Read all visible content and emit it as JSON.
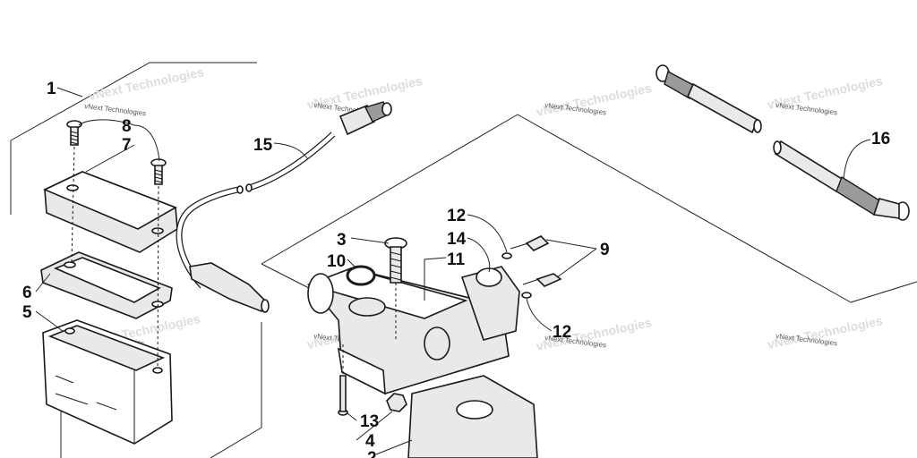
{
  "watermark_text": "vNext Technologies",
  "callouts": [
    {
      "id": "c1",
      "label": "1"
    },
    {
      "id": "c8",
      "label": "8"
    },
    {
      "id": "c7",
      "label": "7"
    },
    {
      "id": "c6",
      "label": "6"
    },
    {
      "id": "c5",
      "label": "5"
    },
    {
      "id": "c15",
      "label": "15"
    },
    {
      "id": "c3",
      "label": "3"
    },
    {
      "id": "c10",
      "label": "10"
    },
    {
      "id": "c12a",
      "label": "12"
    },
    {
      "id": "c14",
      "label": "14"
    },
    {
      "id": "c11",
      "label": "11"
    },
    {
      "id": "c9",
      "label": "9"
    },
    {
      "id": "c12b",
      "label": "12"
    },
    {
      "id": "c13",
      "label": "13"
    },
    {
      "id": "c4",
      "label": "4"
    },
    {
      "id": "c2",
      "label": "2"
    },
    {
      "id": "c16",
      "label": "16"
    }
  ]
}
